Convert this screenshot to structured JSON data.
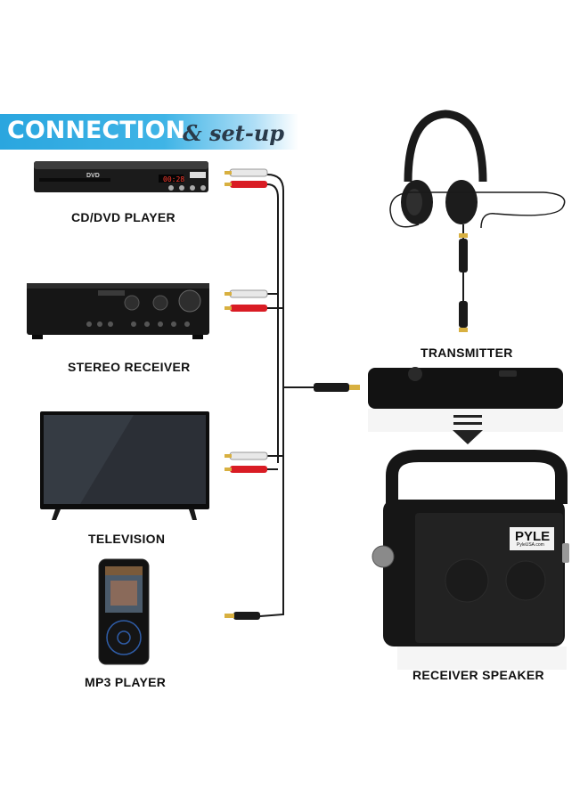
{
  "banner": {
    "title_main": "CONNECTION",
    "title_rest": "& set-up"
  },
  "devices": {
    "cd_dvd_player": "CD/DVD PLAYER",
    "stereo_receiver": "STEREO RECEIVER",
    "television": "TELEVISION",
    "mp3_player": "MP3 PLAYER",
    "transmitter": "TRANSMITTER",
    "receiver_speaker": "RECEIVER SPEAKER"
  },
  "product_text": {
    "dvd_display": "00:28",
    "dvd_logo": "DVD",
    "speaker_brand": "PYLE",
    "speaker_site": "PyleUSA.com"
  },
  "colors": {
    "banner_blue": "#2aa6df",
    "cable_black": "#1a1a1a",
    "rca_red": "#d91c24",
    "rca_white": "#e8e8e8",
    "device_black": "#141414"
  },
  "icons": [
    "double-down-arrow-icon"
  ]
}
